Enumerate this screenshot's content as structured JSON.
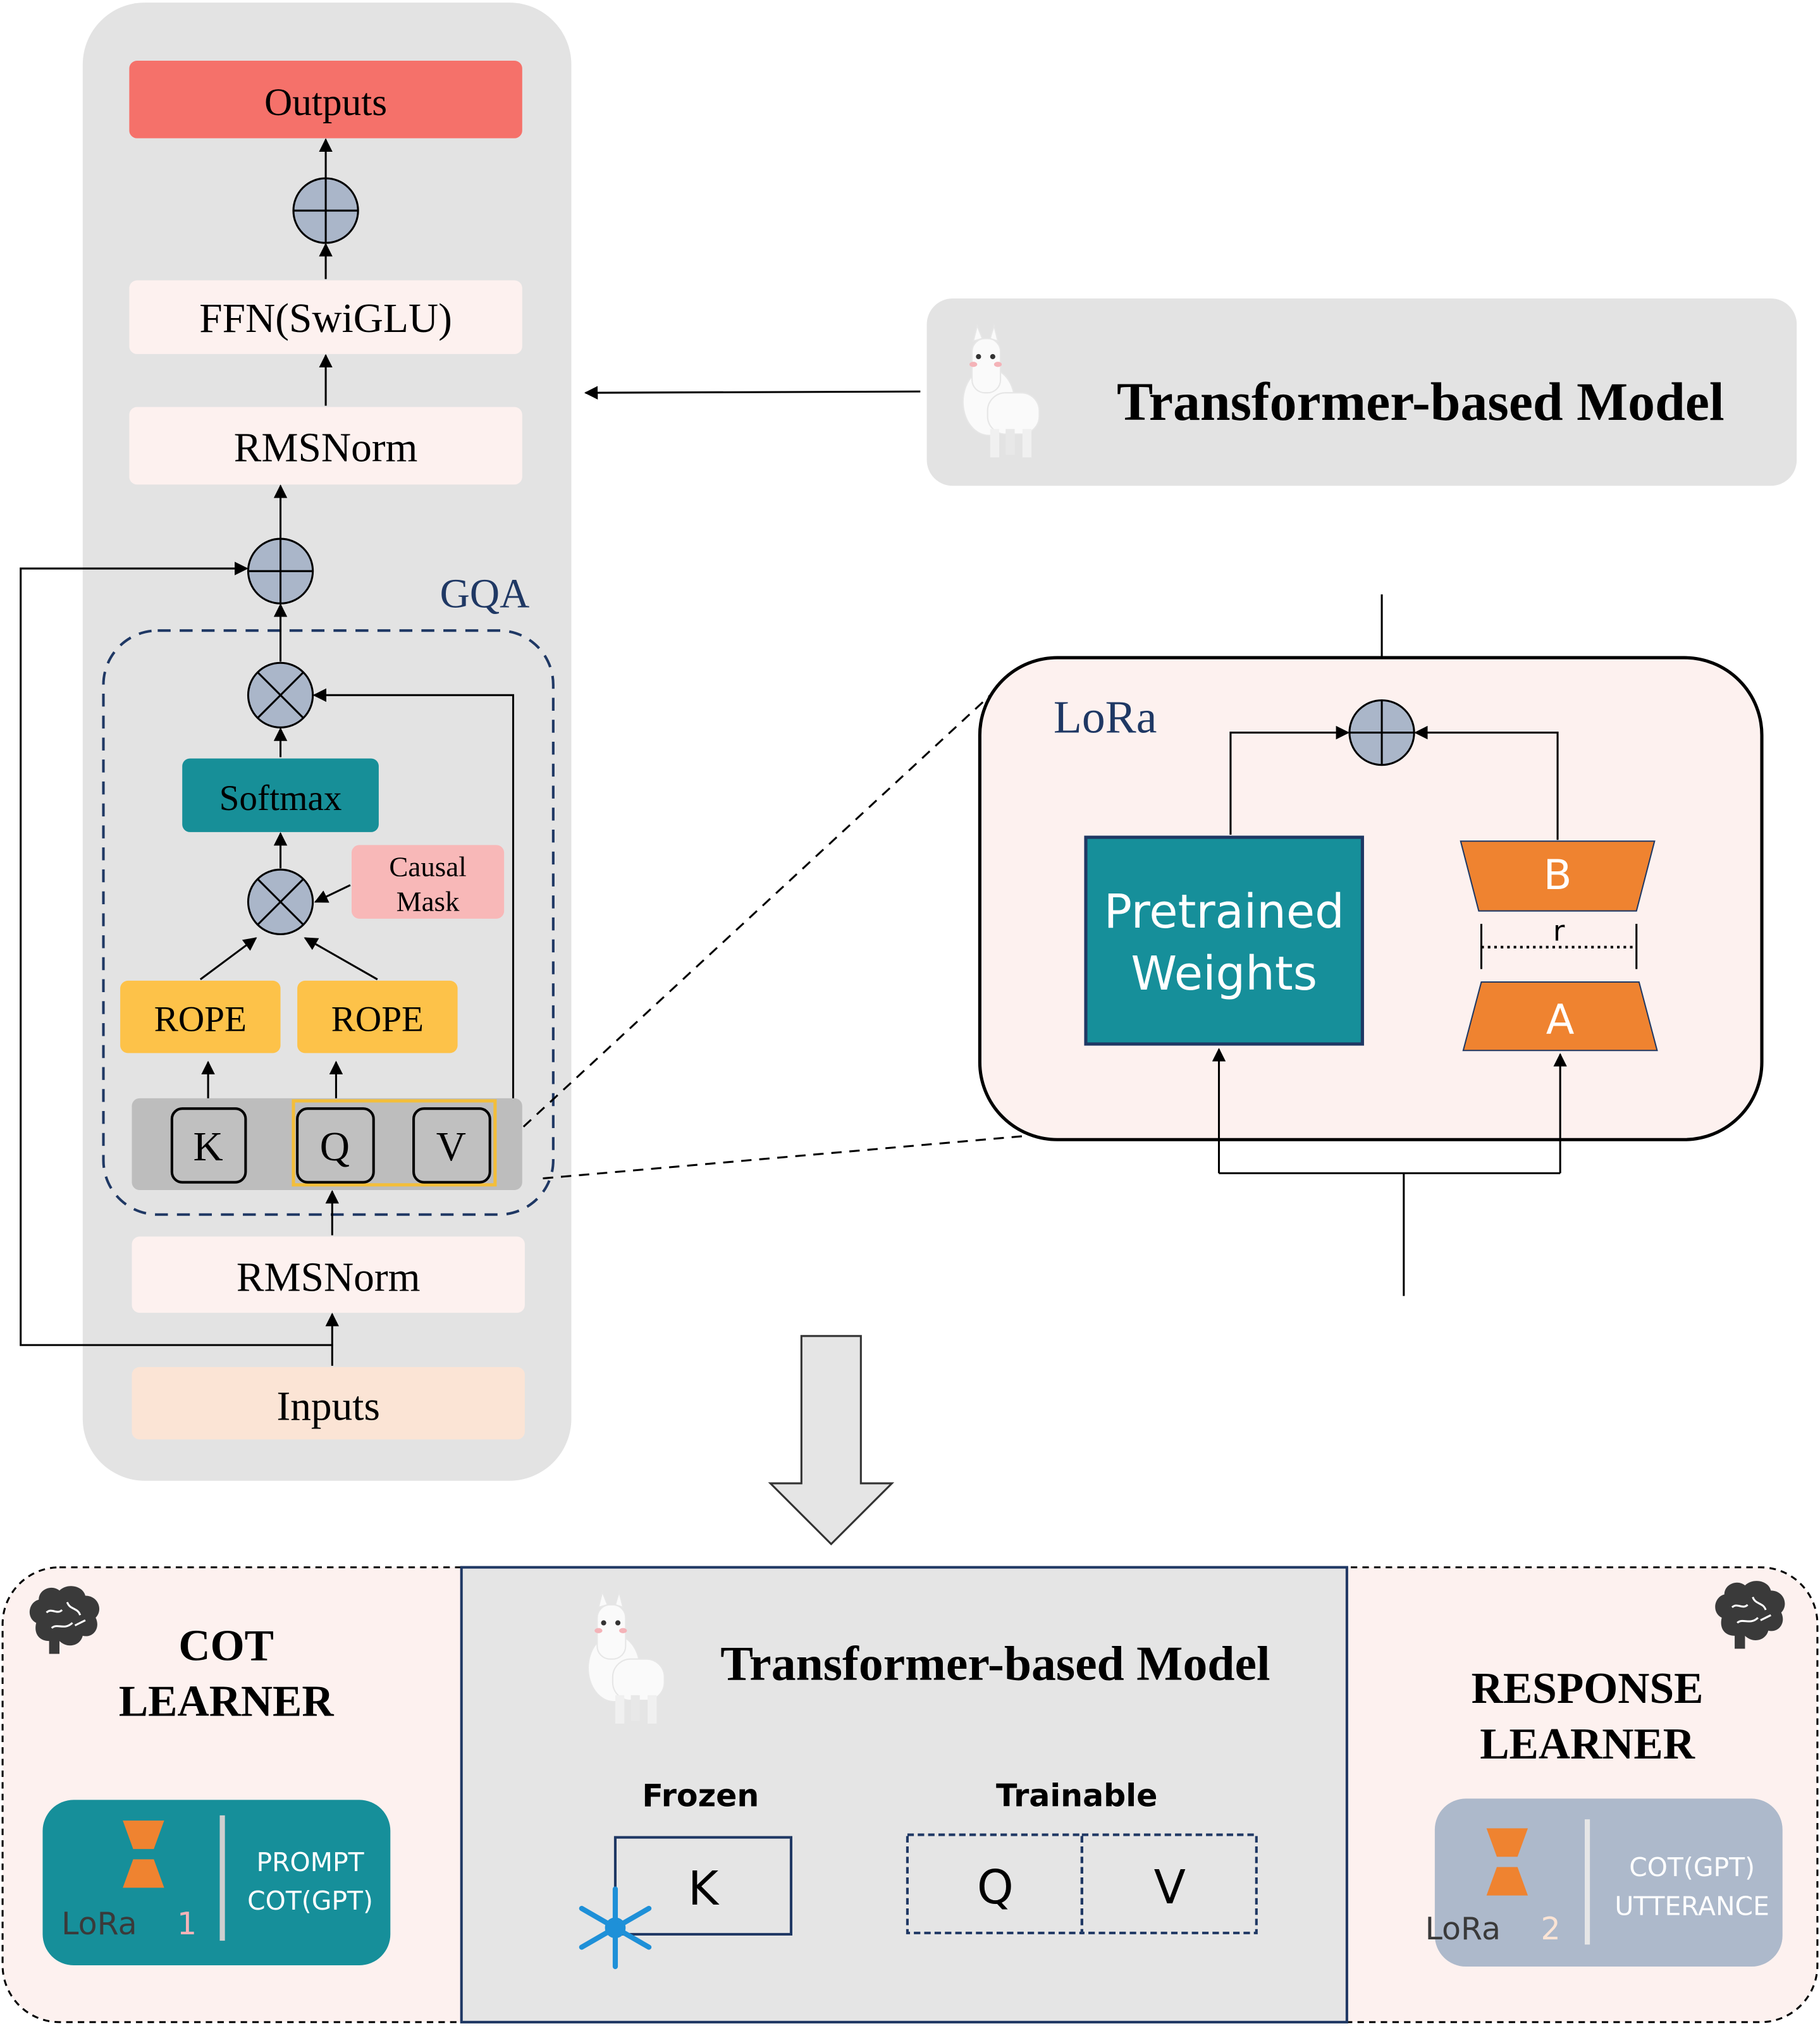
{
  "transformer_block": {
    "outputs": "Outputs",
    "ffn": "FFN(SwiGLU)",
    "rmsnorm_top": "RMSNorm",
    "gqa_label": "GQA",
    "softmax": "Softmax",
    "causal_mask_line1": "Causal",
    "causal_mask_line2": "Mask",
    "rope_left": "ROPE",
    "rope_right": "ROPE",
    "k": "K",
    "q": "Q",
    "v": "V",
    "rmsnorm_bottom": "RMSNorm",
    "inputs": "Inputs"
  },
  "model_header": {
    "title": "Transformer-based Model",
    "icon": "llama-icon"
  },
  "lora_detail": {
    "label": "LoRa",
    "pretrained_line1": "Pretrained",
    "pretrained_line2": "Weights",
    "b": "B",
    "a": "A",
    "rank": "r"
  },
  "bottom_panel": {
    "cot_learner": {
      "title_line1": "COT",
      "title_line2": "LEARNER",
      "lora_label": "LoRa",
      "lora_index": "1",
      "input_line1": "PROMPT",
      "input_line2": "COT(GPT)"
    },
    "model": {
      "title": "Transformer-based Model",
      "frozen_label": "Frozen",
      "trainable_label": "Trainable",
      "k": "K",
      "q": "Q",
      "v": "V"
    },
    "response_learner": {
      "title_line1": "RESPONSE",
      "title_line2": "LEARNER",
      "lora_label": "LoRa",
      "lora_index": "2",
      "input_line1": "COT(GPT)",
      "input_line2": "UTTERANCE"
    }
  },
  "colors": {
    "outputs": "#f5716a",
    "softmax": "#178f98",
    "rope": "#fdc249",
    "causal_mask": "#f8b8b8",
    "pretrained": "#168f9a",
    "lora_ab": "#ef8330",
    "panel_gray": "#e5e5e5",
    "navy": "#1f3864"
  }
}
